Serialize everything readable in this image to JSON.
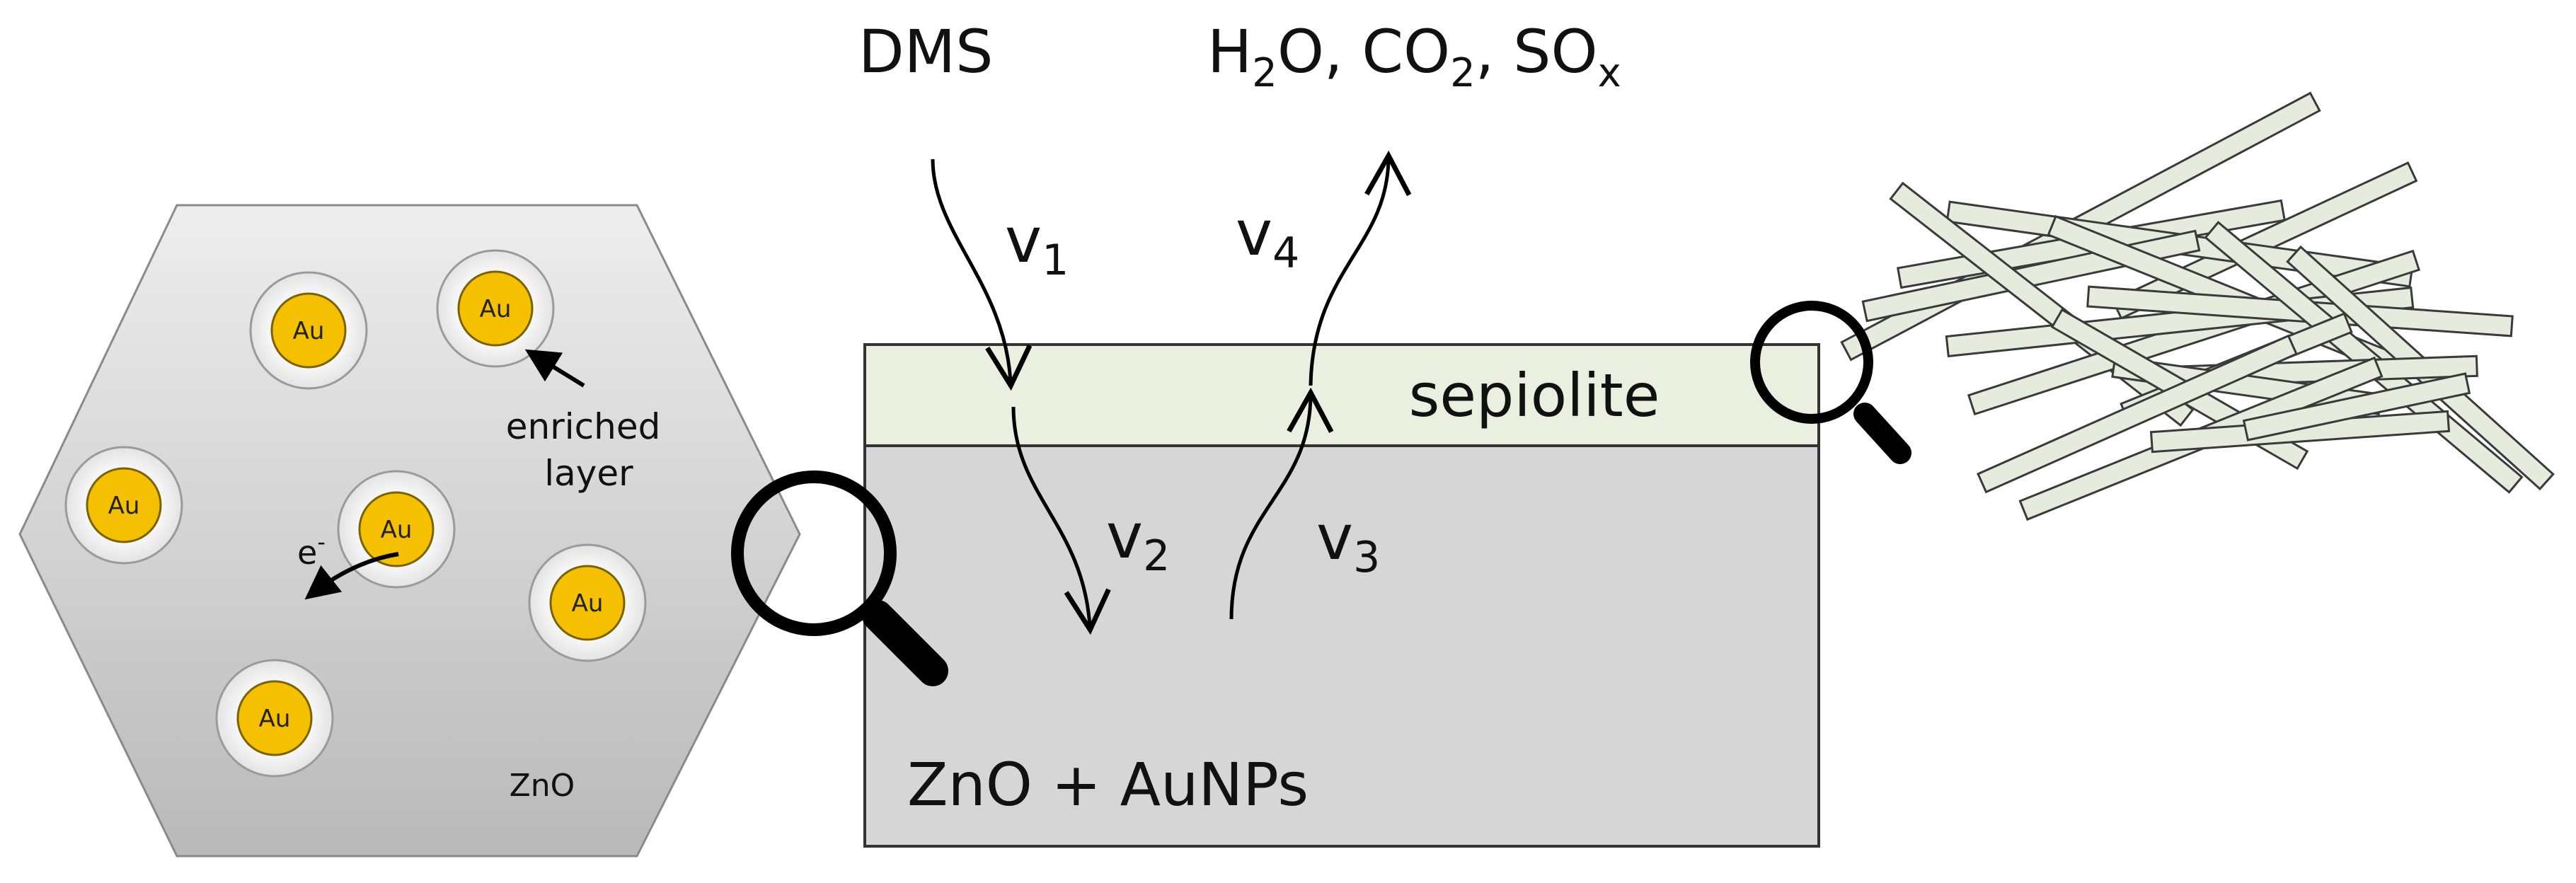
{
  "top": {
    "reactant": "DMS",
    "products_parts": [
      "H",
      "2",
      "O, CO",
      "2",
      ", SO",
      "x"
    ]
  },
  "rates": {
    "v1": {
      "base": "v",
      "sub": "1"
    },
    "v2": {
      "base": "v",
      "sub": "2"
    },
    "v3": {
      "base": "v",
      "sub": "3"
    },
    "v4": {
      "base": "v",
      "sub": "4"
    }
  },
  "sensor": {
    "top_layer_label": "sepiolite",
    "bottom_layer_label": "ZnO + AuNPs"
  },
  "grain": {
    "material_label": "ZnO",
    "nanoparticle_label": "Au",
    "enriched_layer_lines": [
      "enriched",
      "layer"
    ],
    "electron_label": "e",
    "electron_superscript": "-"
  },
  "colors": {
    "gold": "#f5c000",
    "sepiolite_fill": "#eaf0e0",
    "film_fill": "#d6d6d6",
    "fiber_fill": "#e6ebdd"
  },
  "icons": [
    "magnifier-icon",
    "magnifier-icon",
    "magnifier-icon"
  ]
}
